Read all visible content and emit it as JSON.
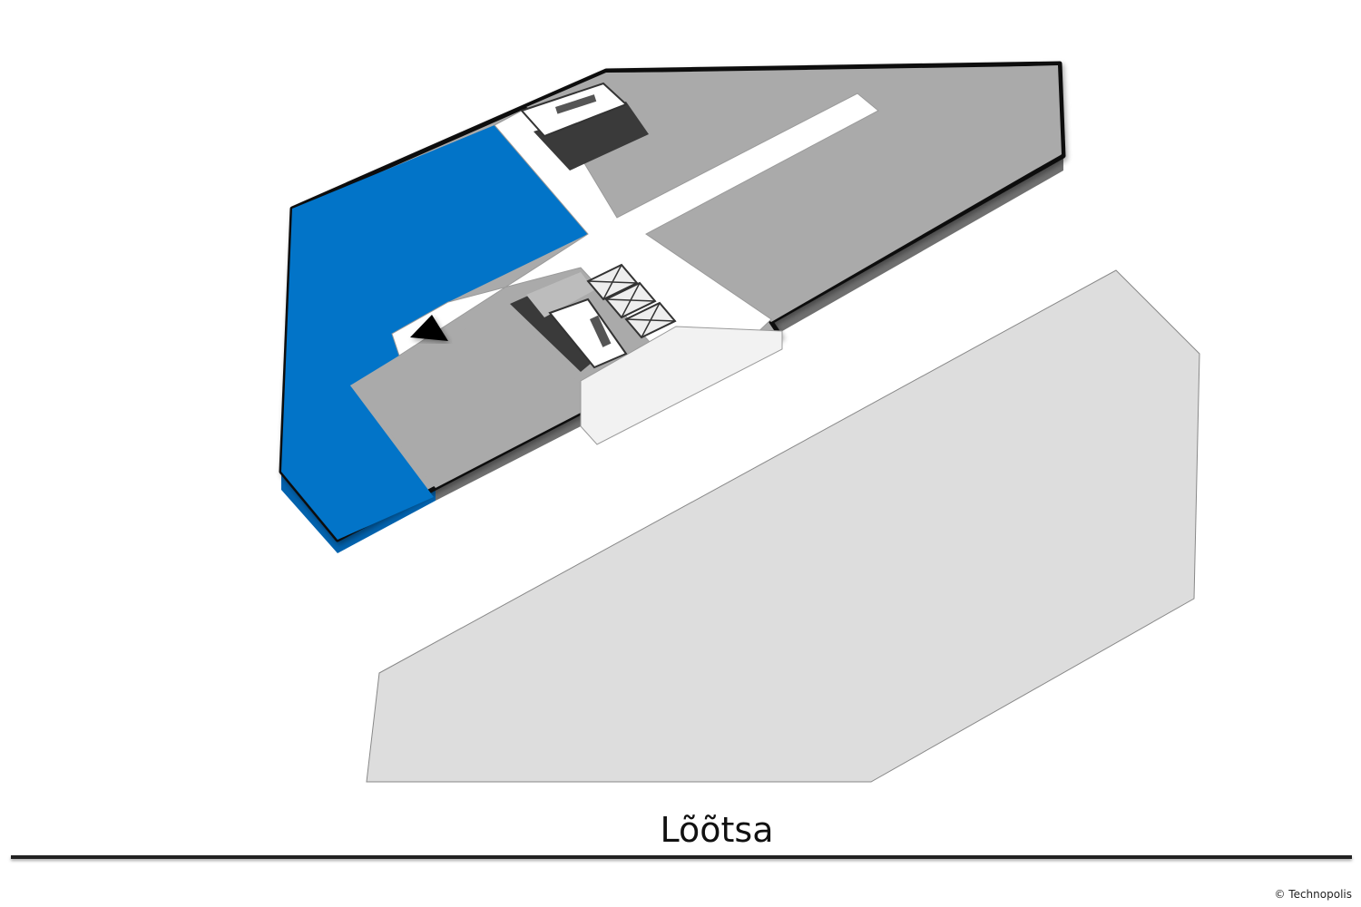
{
  "map": {
    "street_name": "Lõõtsa",
    "copyright": "© Technopolis",
    "colors": {
      "highlighted_space": "#0271c8",
      "other_space": "#aaaaaa",
      "neighbor_building": "#dddddd",
      "corridor": "#ffffff",
      "core": "#3a3a3a"
    },
    "icons": [
      "you-are-here-marker",
      "elevator-icon",
      "stairs-icon"
    ]
  }
}
